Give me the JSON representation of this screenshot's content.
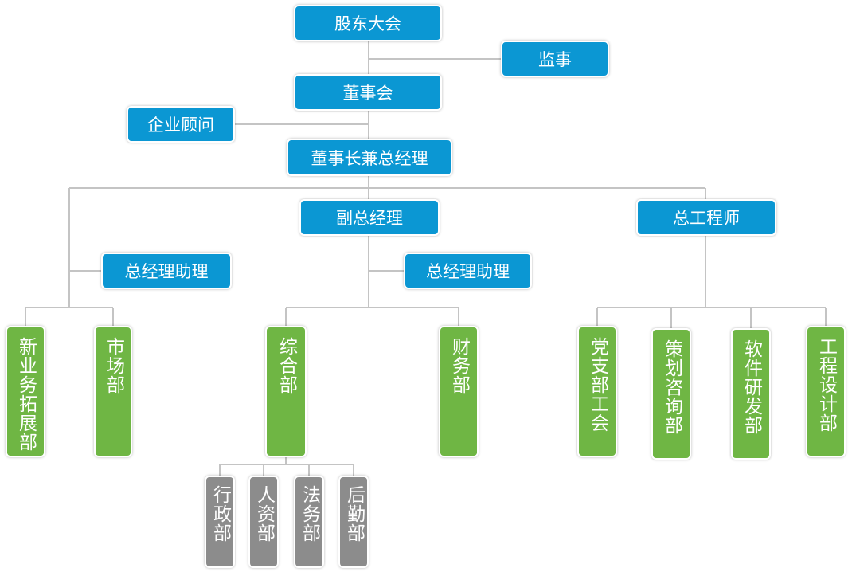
{
  "chart": {
    "shareholders_meeting": "股东大会",
    "supervisor": "监事",
    "board_of_directors": "董事会",
    "corporate_advisor": "企业顾问",
    "chairman_general_manager": "董事长兼总经理",
    "deputy_general_manager": "副总经理",
    "chief_engineer": "总工程师",
    "gm_assistant_left": "总经理助理",
    "gm_assistant_middle": "总经理助理",
    "departments": {
      "new_business": "新业务拓展部",
      "marketing": "市场部",
      "general_affairs": "综合部",
      "finance": "财务部",
      "party_union": "党支部工会",
      "planning_consulting": "策划咨询部",
      "software_development": "软件研发部",
      "engineering_design": "工程设计部"
    },
    "sub_departments": {
      "administration": "行政部",
      "human_resources": "人资部",
      "legal": "法务部",
      "logistics": "后勤部"
    }
  },
  "colors": {
    "management_box": "#0b97d3",
    "department_box": "#6fb644",
    "sub_department_box": "#8c8c8c",
    "connector": "#c4c4c4"
  }
}
